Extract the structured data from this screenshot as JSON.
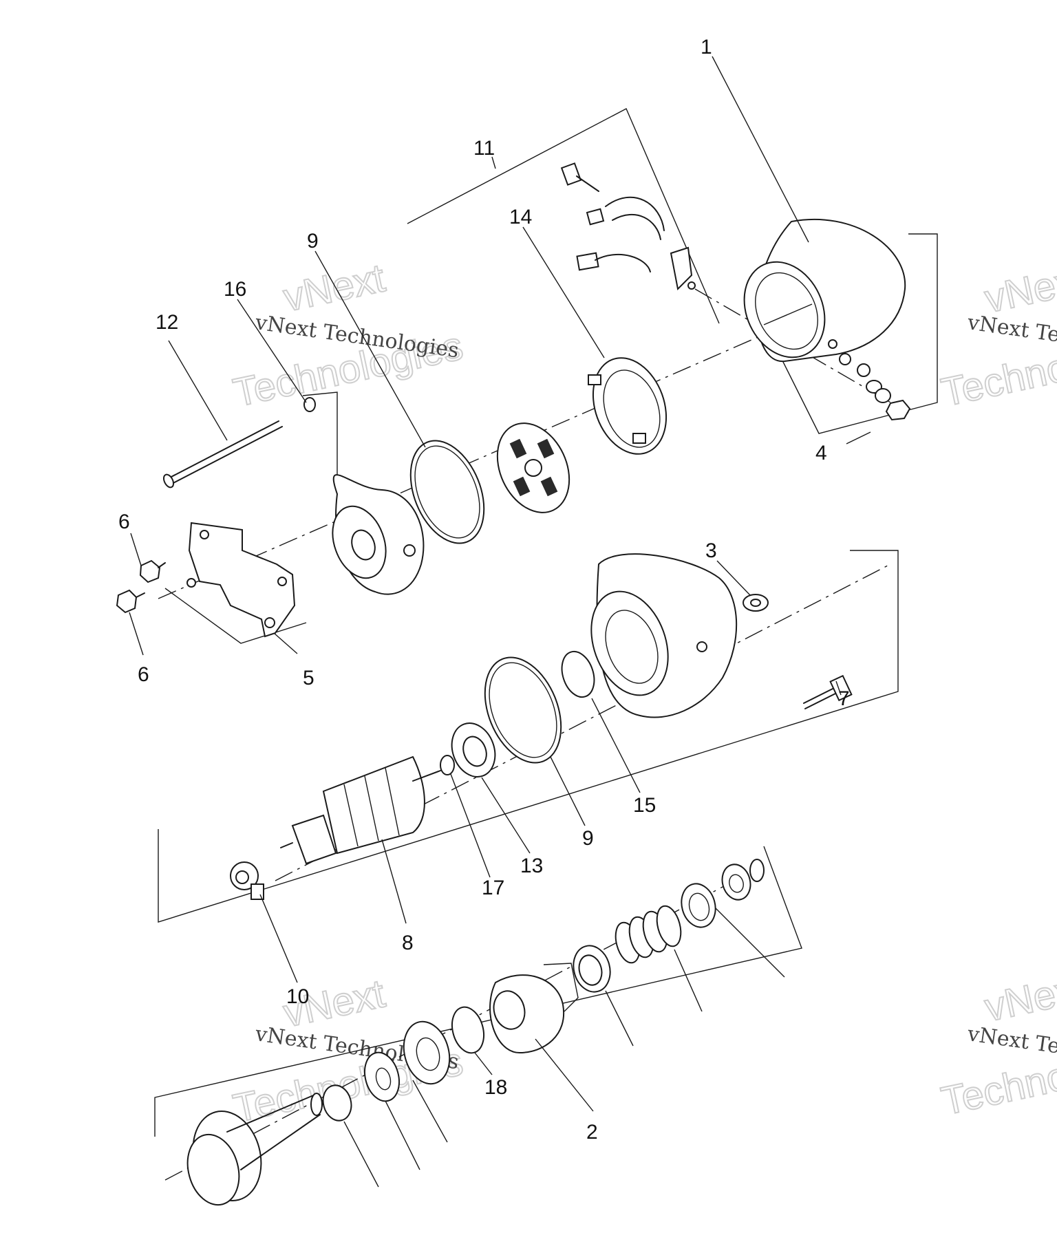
{
  "callouts": [
    {
      "id": "1",
      "label": "1"
    },
    {
      "id": "2",
      "label": "2"
    },
    {
      "id": "3",
      "label": "3"
    },
    {
      "id": "4",
      "label": "4"
    },
    {
      "id": "5",
      "label": "5"
    },
    {
      "id": "6a",
      "label": "6"
    },
    {
      "id": "6b",
      "label": "6"
    },
    {
      "id": "7",
      "label": "7"
    },
    {
      "id": "8",
      "label": "8"
    },
    {
      "id": "9a",
      "label": "9"
    },
    {
      "id": "9b",
      "label": "9"
    },
    {
      "id": "10",
      "label": "10"
    },
    {
      "id": "11",
      "label": "11"
    },
    {
      "id": "12",
      "label": "12"
    },
    {
      "id": "13",
      "label": "13"
    },
    {
      "id": "14",
      "label": "14"
    },
    {
      "id": "15",
      "label": "15"
    },
    {
      "id": "16",
      "label": "16"
    },
    {
      "id": "17",
      "label": "17"
    },
    {
      "id": "18",
      "label": "18"
    }
  ],
  "watermark": {
    "brand_line": "vNext Technologies",
    "big_top": "vNext",
    "big_bottom": "Technologies"
  }
}
